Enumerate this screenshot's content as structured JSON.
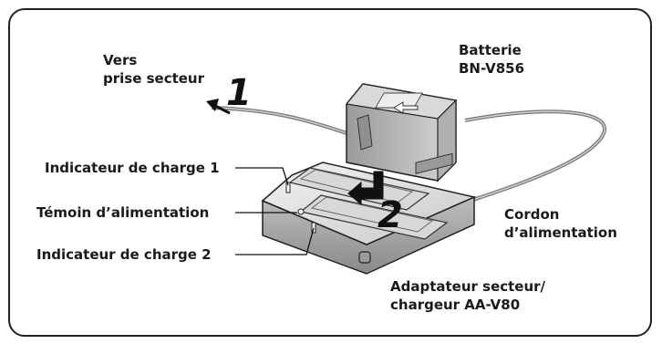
{
  "labels": {
    "vers_line1": "Vers",
    "vers_line2": "prise secteur",
    "battery_line1": "Batterie",
    "battery_line2": "BN-V856",
    "charge1": "Indicateur de charge 1",
    "power": "Témoin d’alimentation",
    "charge2": "Indicateur de charge 2",
    "cord_line1": "Cordon",
    "cord_line2": "d’alimentation",
    "adapter_line1": "Adaptateur secteur/",
    "adapter_line2": "chargeur AA-V80"
  },
  "steps": {
    "one": "1",
    "two": "2"
  },
  "colors": {
    "outline": "#222222",
    "device_light": "#e4e4e4",
    "device_mid": "#b5b5b5",
    "device_dark": "#7a7a7a"
  }
}
